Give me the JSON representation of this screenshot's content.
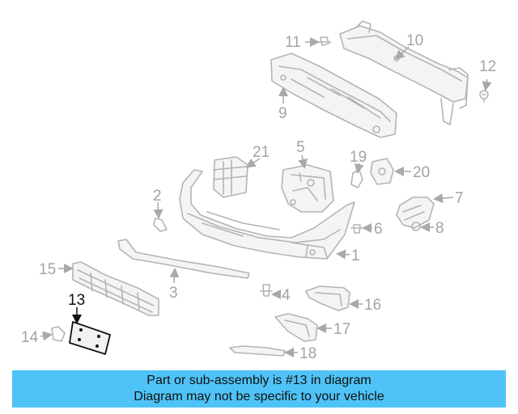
{
  "diagram": {
    "highlighted_part": "13",
    "callouts": [
      {
        "id": "1",
        "label": "1"
      },
      {
        "id": "2",
        "label": "2"
      },
      {
        "id": "3",
        "label": "3"
      },
      {
        "id": "4",
        "label": "4"
      },
      {
        "id": "5",
        "label": "5"
      },
      {
        "id": "6",
        "label": "6"
      },
      {
        "id": "7",
        "label": "7"
      },
      {
        "id": "8",
        "label": "8"
      },
      {
        "id": "9",
        "label": "9"
      },
      {
        "id": "10",
        "label": "10"
      },
      {
        "id": "11",
        "label": "11"
      },
      {
        "id": "12",
        "label": "12"
      },
      {
        "id": "13",
        "label": "13"
      },
      {
        "id": "14",
        "label": "14"
      },
      {
        "id": "15",
        "label": "15"
      },
      {
        "id": "16",
        "label": "16"
      },
      {
        "id": "17",
        "label": "17"
      },
      {
        "id": "18",
        "label": "18"
      },
      {
        "id": "19",
        "label": "19"
      },
      {
        "id": "20",
        "label": "20"
      },
      {
        "id": "21",
        "label": "21"
      }
    ]
  },
  "banner": {
    "line1": "Part or sub-assembly is #13 in diagram",
    "line2": "Diagram may not be specific to your vehicle",
    "color": "#4fc3f7"
  }
}
